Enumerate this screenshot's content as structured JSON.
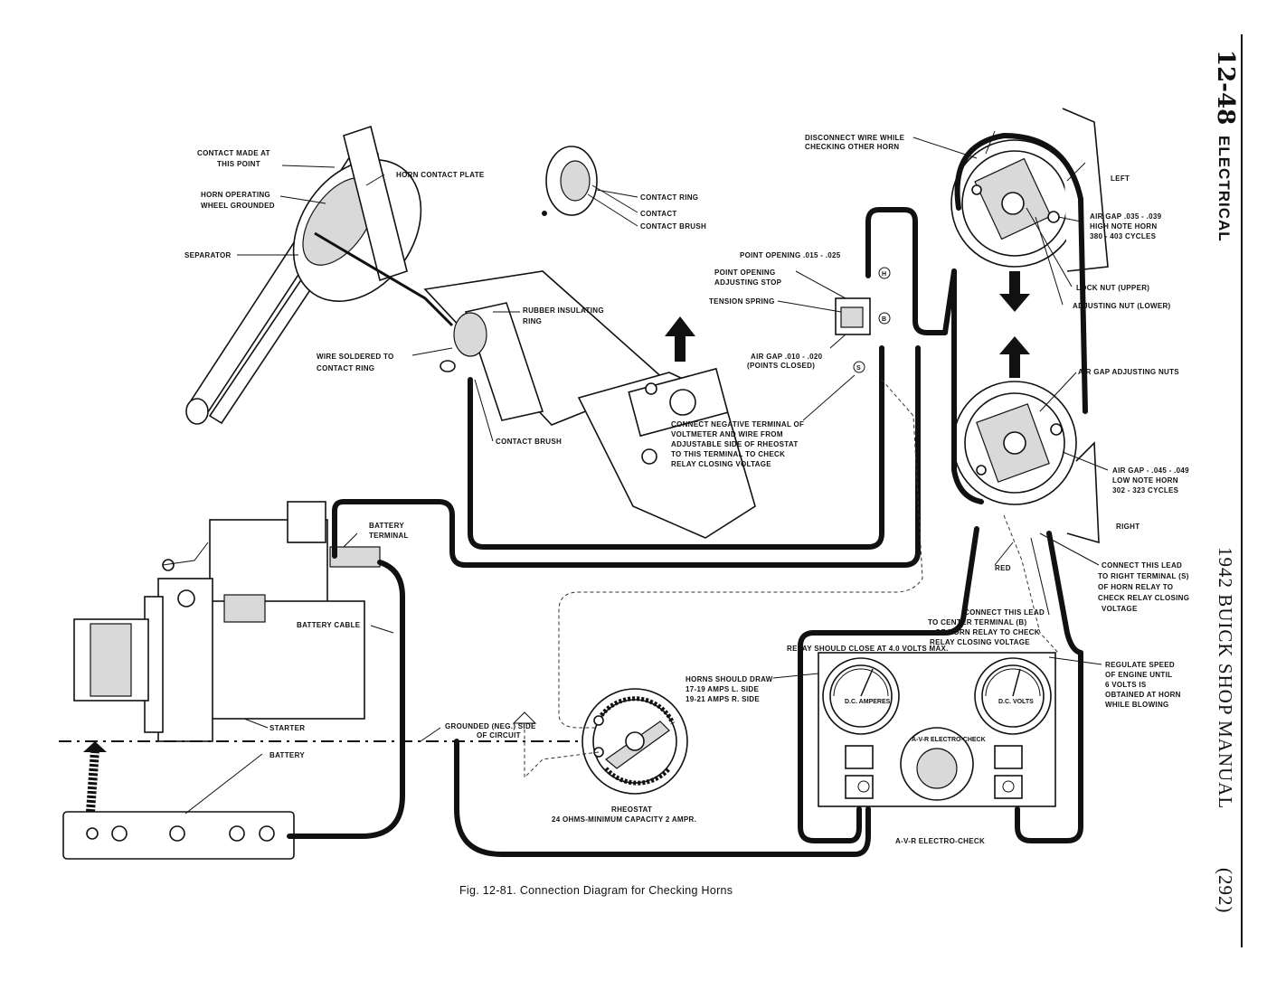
{
  "page": {
    "section_number": "12-48",
    "section_title": "ELECTRICAL",
    "manual_title": "1942 BUICK SHOP MANUAL",
    "page_ref": "(292)",
    "caption": "Fig. 12-81.   Connection Diagram for Checking Horns"
  },
  "labels": {
    "contact_made": [
      "CONTACT MADE AT",
      "THIS POINT"
    ],
    "horn_contact_plate": "HORN CONTACT PLATE",
    "horn_operating_wheel": [
      "HORN OPERATING",
      "WHEEL GROUNDED"
    ],
    "separator": "SEPARATOR",
    "contact_ring": "CONTACT RING",
    "contact": "CONTACT",
    "contact_brush_top": "CONTACT BRUSH",
    "rubber_insulating_ring": [
      "RUBBER INSULATING",
      "RING"
    ],
    "wire_soldered": [
      "WIRE SOLDERED TO",
      "CONTACT RING"
    ],
    "contact_brush": "CONTACT BRUSH",
    "point_opening": "POINT OPENING .015 - .025",
    "point_opening_stop": [
      "POINT OPENING",
      "ADJUSTING STOP"
    ],
    "tension_spring": "TENSION SPRING",
    "air_gap_points": [
      "AIR GAP .010 - .020",
      "(POINTS CLOSED)"
    ],
    "connect_negative": [
      "CONNECT NEGATIVE TERMINAL OF",
      "VOLTMETER AND WIRE FROM",
      "ADJUSTABLE SIDE OF RHEOSTAT",
      "TO THIS TERMINAL TO CHECK",
      "RELAY CLOSING VOLTAGE"
    ],
    "disconnect_wire": [
      "DISCONNECT WIRE WHILE",
      "CHECKING OTHER HORN"
    ],
    "left": "LEFT",
    "air_gap_high": [
      "AIR GAP .035 - .039",
      "HIGH NOTE HORN",
      "380 - 403 CYCLES"
    ],
    "lock_nut": "LOCK NUT (UPPER)",
    "adjusting_nut": "ADJUSTING NUT (LOWER)",
    "air_gap_adjusting_nuts": "AIR GAP ADJUSTING NUTS",
    "air_gap_low": [
      "AIR GAP - .045 - .049",
      "LOW NOTE HORN",
      "302 - 323 CYCLES"
    ],
    "right": "RIGHT",
    "connect_right": [
      "CONNECT THIS LEAD",
      "TO RIGHT TERMINAL (S)",
      "OF HORN RELAY TO",
      "CHECK RELAY CLOSING",
      "VOLTAGE"
    ],
    "red": "RED",
    "connect_center": [
      "CONNECT THIS LEAD",
      "TO CENTER TERMINAL (B)",
      "OF HORN RELAY TO CHECK",
      "RELAY CLOSING VOLTAGE"
    ],
    "relay_should_close": "RELAY SHOULD CLOSE AT 4.0 VOLTS MAX.",
    "regulate_speed": [
      "REGULATE SPEED",
      "OF ENGINE UNTIL",
      "6 VOLTS IS",
      "OBTAINED AT HORN",
      "WHILE BLOWING"
    ],
    "horns_draw": [
      "HORNS SHOULD DRAW",
      "17-19 AMPS L. SIDE",
      "19-21 AMPS R. SIDE"
    ],
    "battery_terminal": [
      "BATTERY",
      "TERMINAL"
    ],
    "battery_cable": "BATTERY CABLE",
    "starter": "STARTER",
    "grounded_side": [
      "GROUNDED (NEG.) SIDE",
      "OF CIRCUIT"
    ],
    "battery": "BATTERY",
    "rheostat": [
      "RHEOSTAT",
      "24 OHMS-MINIMUM CAPACITY 2 AMPR."
    ],
    "avr": "A-V-R ELECTRO-CHECK",
    "terminal_h": "H",
    "terminal_b": "B",
    "terminal_s": "S",
    "meter_amperes": "D.C. AMPERES",
    "meter_volts": "D.C. VOLTS",
    "panel_brand": "A-V-R ELECTRO-CHECK"
  }
}
